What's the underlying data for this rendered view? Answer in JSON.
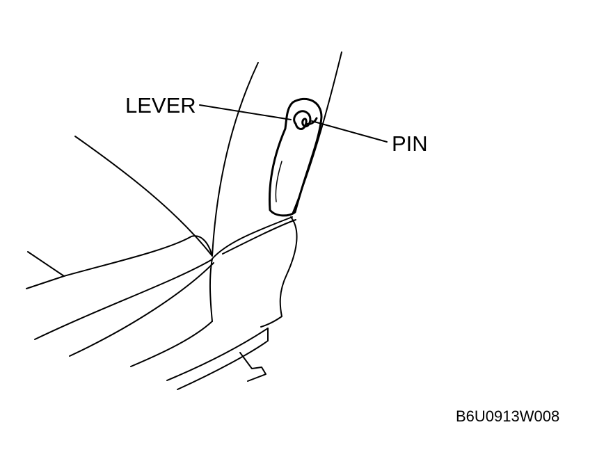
{
  "labels": {
    "lever": "LEVER",
    "pin": "PIN"
  },
  "figure_code": "B6U0913W008",
  "colors": {
    "line": "#000000",
    "background": "#ffffff"
  }
}
